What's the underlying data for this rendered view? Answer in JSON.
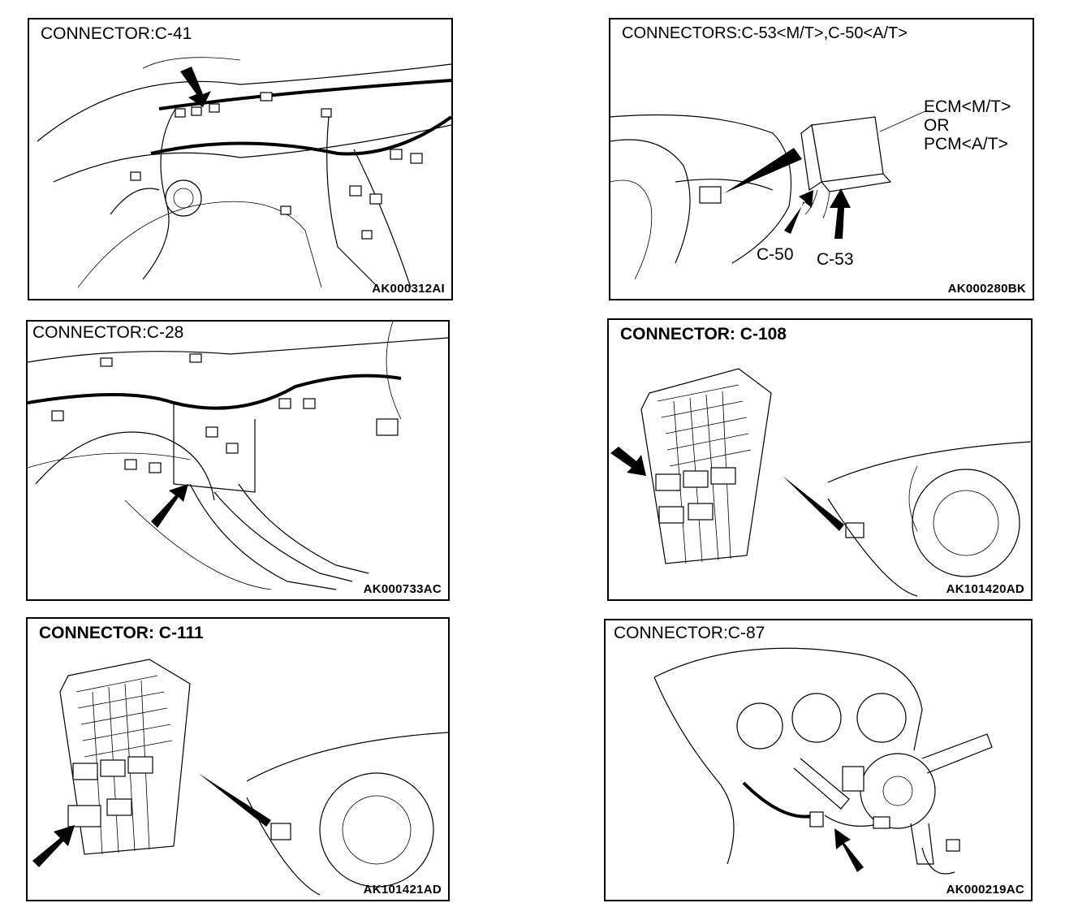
{
  "panels": [
    {
      "title": "CONNECTOR:C-41",
      "code": "AK000312AI"
    },
    {
      "title": "CONNECTORS:C-53<M/T>,C-50<A/T>",
      "code": "AK000280BK",
      "labels": {
        "ecm_line1": "ECM<M/T>",
        "ecm_line2": "OR",
        "ecm_line3": "PCM<A/T>",
        "c50": "C-50",
        "c53": "C-53"
      }
    },
    {
      "title": "CONNECTOR:C-28",
      "code": "AK000733AC"
    },
    {
      "title": "CONNECTOR: C-108",
      "code": "AK101420AD"
    },
    {
      "title": "CONNECTOR: C-111",
      "code": "AK101421AD"
    },
    {
      "title": "CONNECTOR:C-87",
      "code": "AK000219AC"
    }
  ]
}
